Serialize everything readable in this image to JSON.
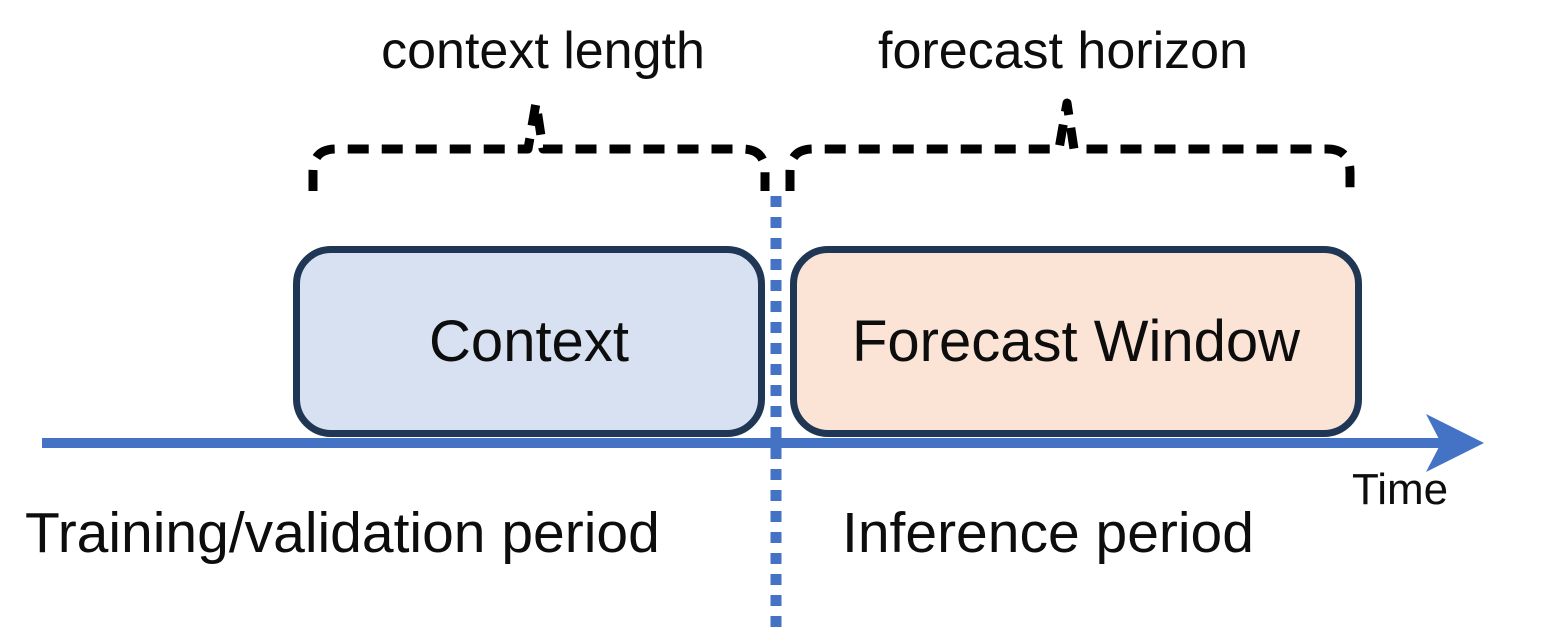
{
  "diagram": {
    "annotations": {
      "context_length": "context length",
      "forecast_horizon": "forecast horizon"
    },
    "boxes": {
      "context": {
        "label": "Context",
        "fill": "#d7e1f1",
        "border_color": "#1f3655"
      },
      "forecast_window": {
        "label": "Forecast Window",
        "fill": "#fbe3d6",
        "border_color": "#1f3655"
      }
    },
    "timeline": {
      "axis_label": "Time",
      "axis_color": "#4472c4",
      "divider_color": "#4472c4"
    },
    "periods": {
      "training": "Training/validation period",
      "inference": "Inference period"
    },
    "styles": {
      "brace_color": "#000000",
      "text_color": "#0d0d0d",
      "background": "#ffffff"
    }
  }
}
